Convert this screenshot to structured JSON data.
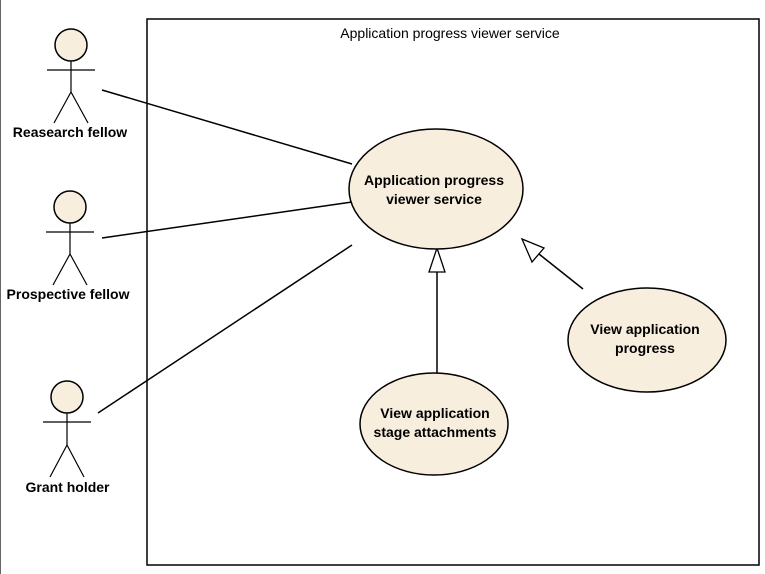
{
  "system": {
    "title": "Application progress viewer service"
  },
  "actors": [
    {
      "label": "Reasearch fellow"
    },
    {
      "label": "Prospective fellow"
    },
    {
      "label": "Grant holder"
    }
  ],
  "use_cases": [
    {
      "line1": "Application progress",
      "line2": "viewer service"
    },
    {
      "line1": "View application",
      "line2": "stage attachments"
    },
    {
      "line1": "View application",
      "line2": "progress"
    }
  ],
  "colors": {
    "use_case_fill": "#f8eedd",
    "line": "#000000",
    "background": "#ffffff"
  }
}
